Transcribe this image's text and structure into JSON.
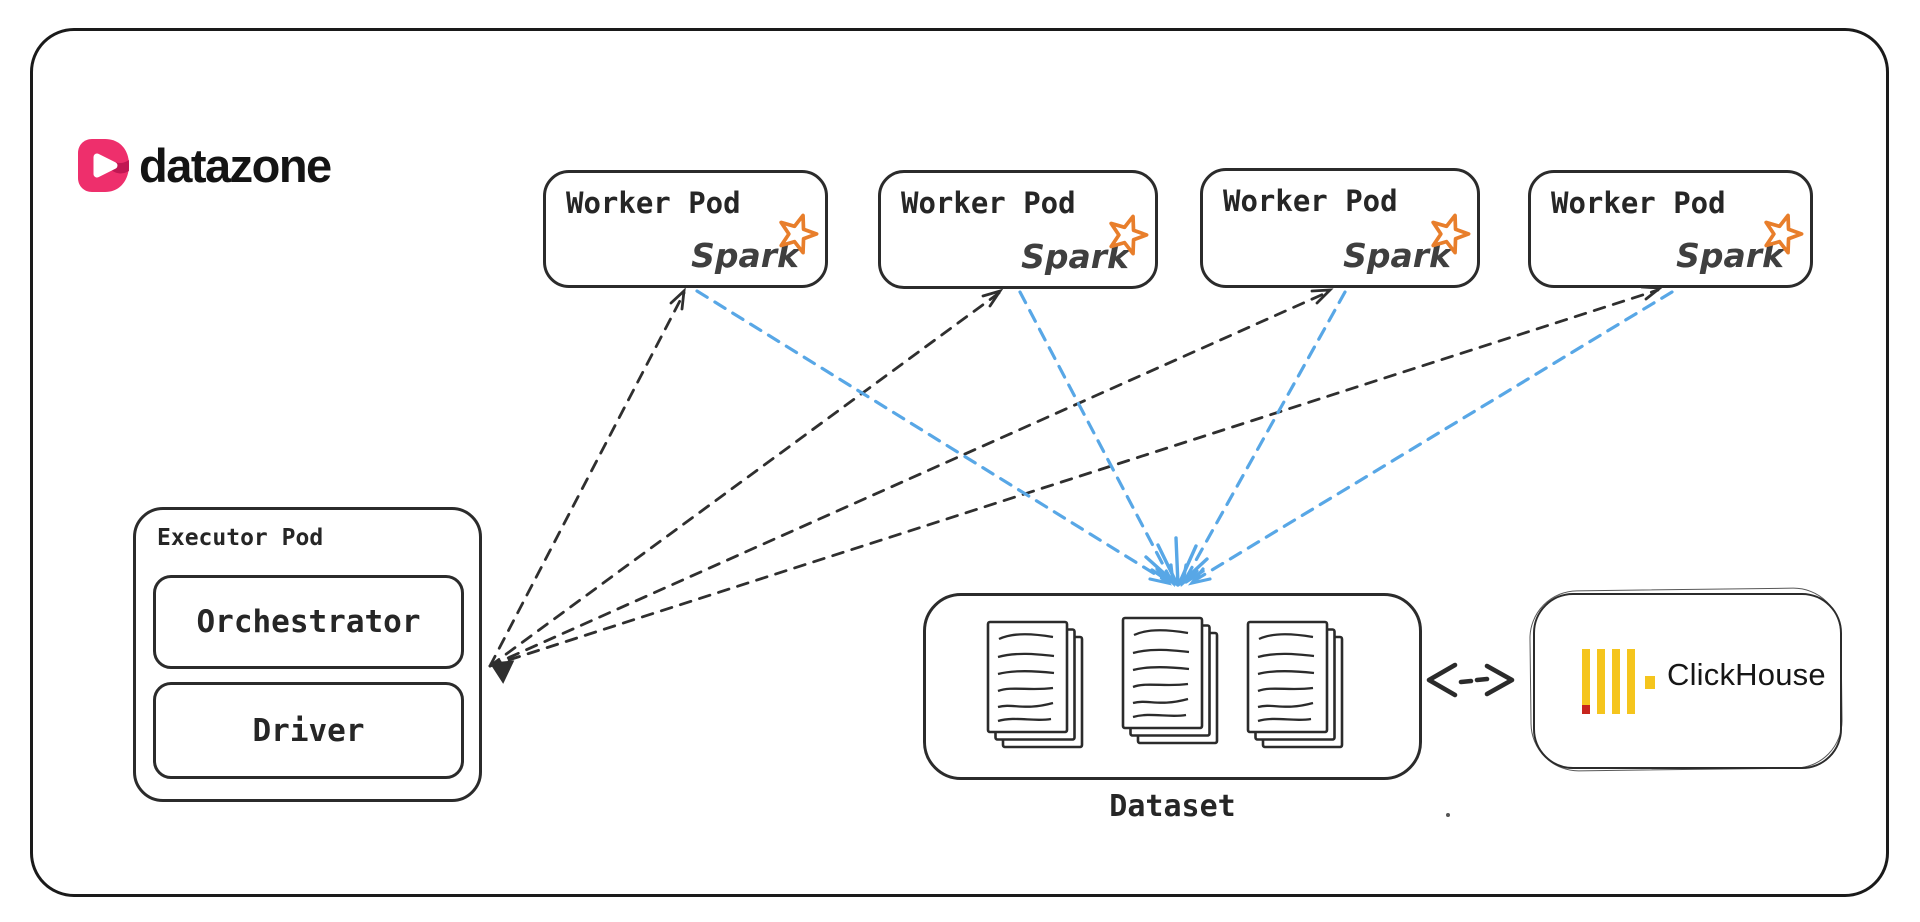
{
  "brand": {
    "name": "datazone"
  },
  "diagram": {
    "worker_pods": [
      {
        "label": "Worker Pod",
        "engine": "Spark"
      },
      {
        "label": "Worker Pod",
        "engine": "Spark"
      },
      {
        "label": "Worker Pod",
        "engine": "Spark"
      },
      {
        "label": "Worker Pod",
        "engine": "Spark"
      }
    ],
    "executor_pod": {
      "label": "Executor Pod",
      "components": [
        {
          "label": "Orchestrator"
        },
        {
          "label": "Driver"
        }
      ]
    },
    "dataset": {
      "label": "Dataset"
    },
    "clickhouse": {
      "label": "ClickHouse"
    },
    "connections": [
      {
        "from": "executor-pod",
        "to": "worker-pod-1",
        "style": "dashed",
        "color": "black"
      },
      {
        "from": "executor-pod",
        "to": "worker-pod-2",
        "style": "dashed",
        "color": "black"
      },
      {
        "from": "executor-pod",
        "to": "worker-pod-3",
        "style": "dashed",
        "color": "black"
      },
      {
        "from": "executor-pod",
        "to": "worker-pod-4",
        "style": "dashed",
        "color": "black"
      },
      {
        "from": "worker-pod-1",
        "to": "dataset",
        "style": "dashed",
        "color": "blue"
      },
      {
        "from": "worker-pod-2",
        "to": "dataset",
        "style": "dashed",
        "color": "blue"
      },
      {
        "from": "worker-pod-3",
        "to": "dataset",
        "style": "dashed",
        "color": "blue"
      },
      {
        "from": "worker-pod-4",
        "to": "dataset",
        "style": "dashed",
        "color": "blue"
      },
      {
        "from": "dataset",
        "to": "clickhouse",
        "style": "bidirectional",
        "color": "black"
      }
    ],
    "icons": {
      "datazone-logo-icon": "pink rounded D mark",
      "spark-star-icon": "orange outlined star",
      "document-stack-icon": "stack of pages with text lines",
      "exchange-arrows-icon": "<- -> bidirectional glyph"
    },
    "colors": {
      "ink": "#2b2b2b",
      "arrow_black": "#2f2f2f",
      "arrow_blue": "#58a7e6",
      "spark_orange": "#e87e2b",
      "spark_text": "#3f3f3f",
      "clickhouse_yellow": "#f5c51d",
      "clickhouse_red": "#c7251d",
      "brand_pink": "#ee2f6c",
      "brand_pink_dark": "#b8134f"
    }
  }
}
